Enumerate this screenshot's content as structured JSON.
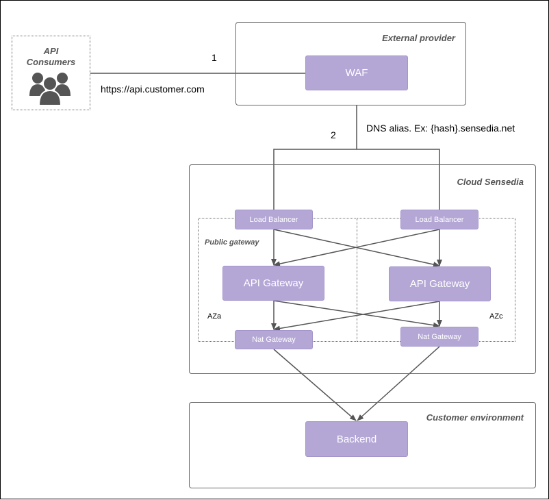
{
  "api_consumers": {
    "title_line1": "API",
    "title_line2": "Consumers",
    "icon": "users-group-icon"
  },
  "edges": {
    "step1": "1",
    "url": "https://api.customer.com",
    "step2": "2",
    "dns": "DNS alias. Ex: {hash}.sensedia.net"
  },
  "external_provider": {
    "title": "External provider",
    "waf": "WAF"
  },
  "cloud": {
    "title": "Cloud Sensedia",
    "public_gateway": "Public gateway",
    "az_left": "AZa",
    "az_right": "AZc",
    "lb_left": "Load Balancer",
    "lb_right": "Load Balancer",
    "gw_left": "API Gateway",
    "gw_right": "API Gateway",
    "nat_left": "Nat Gateway",
    "nat_right": "Nat Gateway"
  },
  "customer_env": {
    "title": "Customer environment",
    "backend": "Backend"
  },
  "colors": {
    "node_fill": "#b4a7d6",
    "line": "#555555",
    "region_border": "#666666"
  }
}
